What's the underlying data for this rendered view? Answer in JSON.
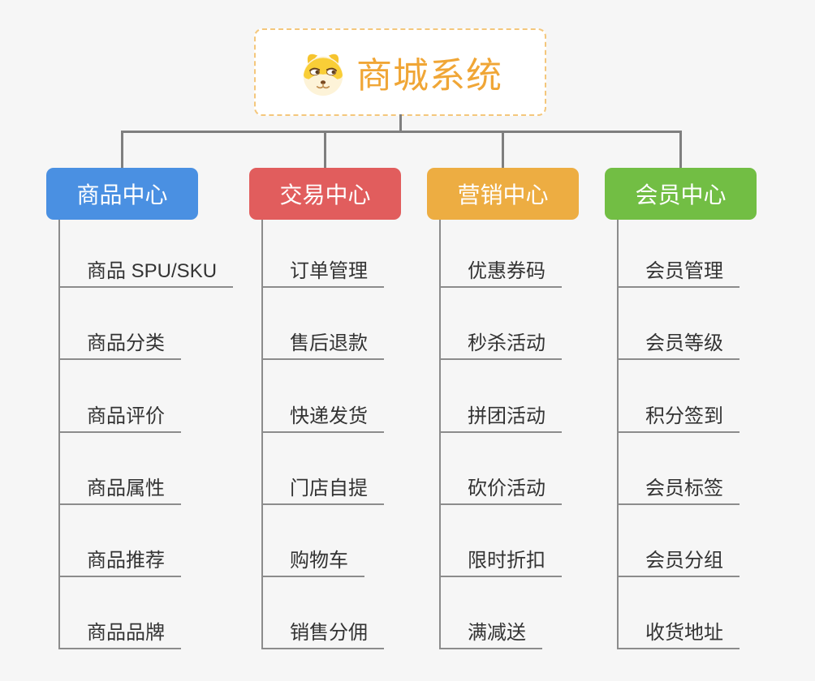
{
  "root": {
    "title": "商城系统",
    "icon": "doge-face-icon"
  },
  "branches": [
    {
      "label": "商品中心",
      "color": "#4A90E2",
      "items": [
        "商品 SPU/SKU",
        "商品分类",
        "商品评价",
        "商品属性",
        "商品推荐",
        "商品品牌"
      ]
    },
    {
      "label": "交易中心",
      "color": "#E15D5D",
      "items": [
        "订单管理",
        "售后退款",
        "快递发货",
        "门店自提",
        "购物车",
        "销售分佣"
      ]
    },
    {
      "label": "营销中心",
      "color": "#EDAD42",
      "items": [
        "优惠券码",
        "秒杀活动",
        "拼团活动",
        "砍价活动",
        "限时折扣",
        "满减送"
      ]
    },
    {
      "label": "会员中心",
      "color": "#72BE44",
      "items": [
        "会员管理",
        "会员等级",
        "积分签到",
        "会员标签",
        "会员分组",
        "收货地址"
      ]
    }
  ],
  "style": {
    "background": "#F6F6F6",
    "connector_color": "#7F7F7F",
    "branch_line_color": "#8C8C8C",
    "root_border_color": "#F4C77C",
    "root_text_color": "#F0A636",
    "item_text_color": "#333333"
  }
}
